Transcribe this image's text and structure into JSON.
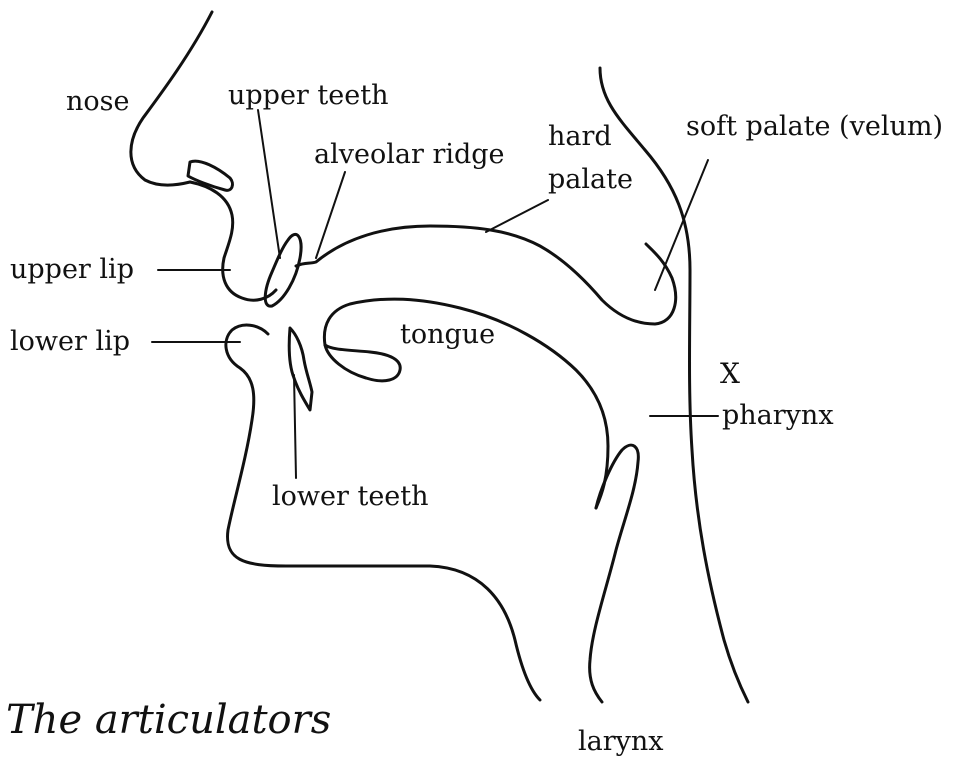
{
  "labels": {
    "nose": "nose",
    "upper_teeth": "upper teeth",
    "alveolar_ridge": "alveolar ridge",
    "hard_palate_line1": "hard",
    "hard_palate_line2": "palate",
    "soft_palate": "soft palate (velum)",
    "upper_lip": "upper lip",
    "lower_lip": "lower lip",
    "tongue": "tongue",
    "x_mark": "X",
    "pharynx": "pharynx",
    "lower_teeth": "lower teeth",
    "larynx": "larynx"
  },
  "caption": "The articulators"
}
